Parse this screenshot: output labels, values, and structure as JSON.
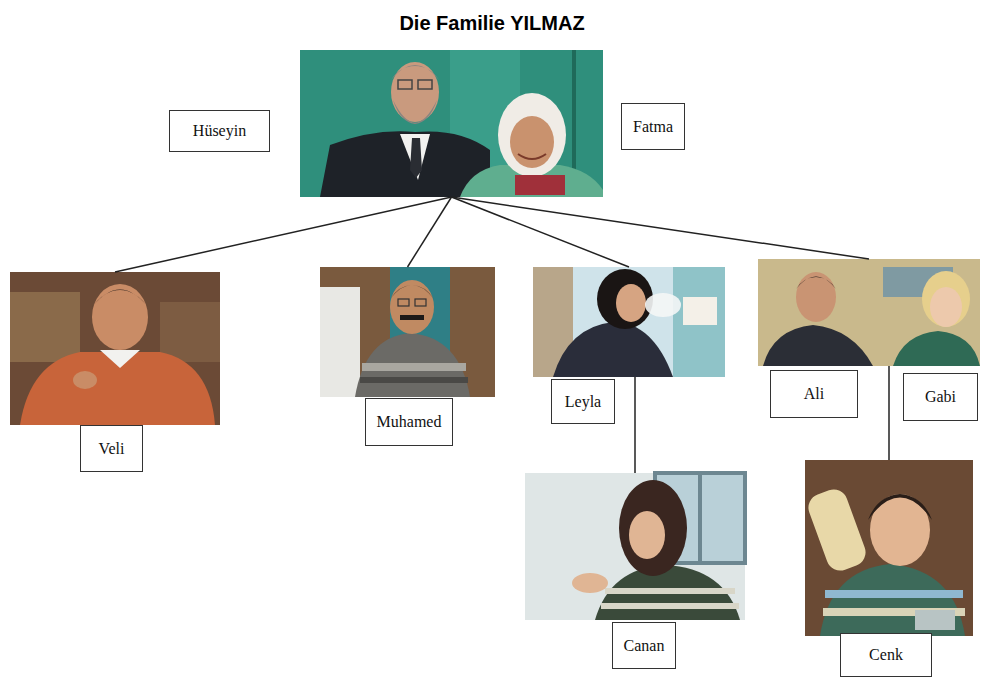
{
  "diagram": {
    "title": "Die Familie YILMAZ",
    "nodes": [
      {
        "text": [
          "Hüseyin",
          "Fatma"
        ]
      },
      {
        "text": [
          "Veli"
        ]
      },
      {
        "text": [
          "Muhamed"
        ]
      },
      {
        "text": [
          "Leyla"
        ]
      },
      {
        "text": [
          "Ali",
          "Gabi"
        ]
      },
      {
        "text": [
          "Canan"
        ]
      },
      {
        "text": [
          "Cenk"
        ]
      }
    ],
    "edges": [
      {
        "from": 0,
        "to": 1,
        "arrow": "none"
      },
      {
        "from": 0,
        "to": 2,
        "arrow": "none"
      },
      {
        "from": 0,
        "to": 3,
        "arrow": "none"
      },
      {
        "from": 0,
        "to": 4,
        "arrow": "none"
      },
      {
        "from": 3,
        "to": 5,
        "arrow": "none"
      },
      {
        "from": 4,
        "to": 6,
        "arrow": "none"
      }
    ]
  }
}
